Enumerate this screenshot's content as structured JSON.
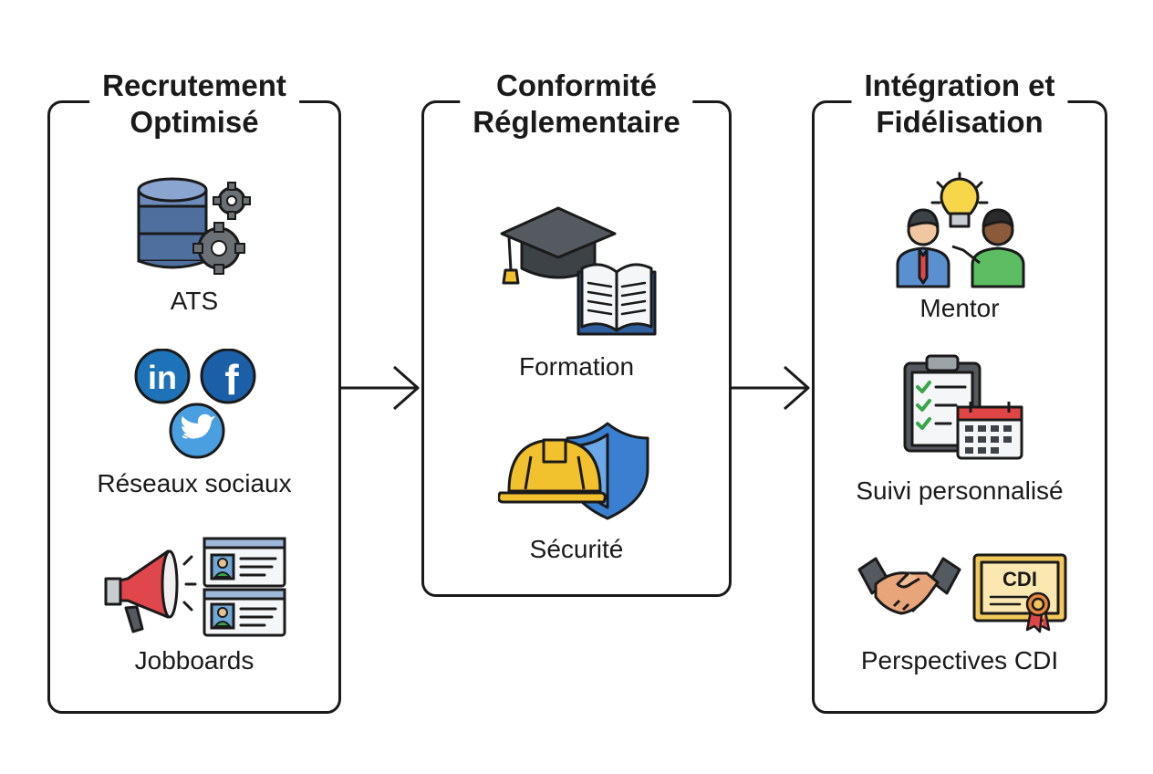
{
  "panels": [
    {
      "title_line1": "Recrutement",
      "title_line2": "Optimisé",
      "items": [
        {
          "label": "ATS",
          "icon": "database-gears-icon"
        },
        {
          "label": "Réseaux sociaux",
          "icon": "social-networks-icon"
        },
        {
          "label": "Jobboards",
          "icon": "megaphone-job-listings-icon"
        }
      ]
    },
    {
      "title_line1": "Conformité",
      "title_line2": "Réglementaire",
      "items": [
        {
          "label": "Formation",
          "icon": "graduation-cap-book-icon"
        },
        {
          "label": "Sécurité",
          "icon": "hardhat-shield-icon"
        }
      ]
    },
    {
      "title_line1": "Intégration et",
      "title_line2": "Fidélisation",
      "items": [
        {
          "label": "Mentor",
          "icon": "mentor-people-lightbulb-icon"
        },
        {
          "label": "Suivi personnalisé",
          "icon": "checklist-calendar-icon"
        },
        {
          "label": "Perspectives CDI",
          "icon": "handshake-certificate-icon"
        },
        {
          "certificate_text": "CDI"
        }
      ]
    }
  ],
  "colors": {
    "outline": "#1a1a1a",
    "linkedin_blue": "#1d72b8",
    "facebook_blue": "#1b5fa8",
    "twitter_blue": "#4a9fe0",
    "hardhat_yellow": "#f2c12e",
    "shield_blue": "#3a7fd0",
    "megaphone_red": "#e0474c",
    "check_green": "#3aa54a",
    "calendar_red": "#e04545",
    "gear_gray": "#6b7075",
    "database_blue": "#4f6f9e"
  }
}
